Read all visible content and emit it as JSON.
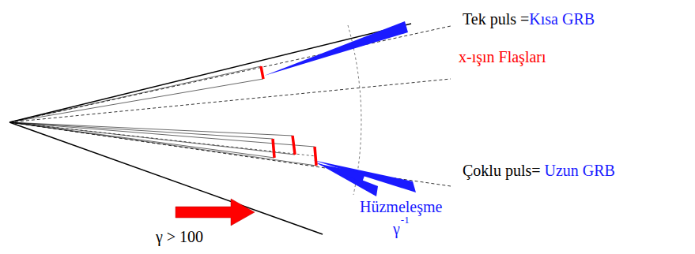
{
  "diagram": {
    "labels": [
      "Tek puls =",
      "Kısa GRB",
      "x-ışın Flaşları",
      "Çoklu puls=",
      "Uzun GRB",
      "Hüzmeleşme",
      "γ",
      "-1",
      "γ > 100"
    ]
  }
}
